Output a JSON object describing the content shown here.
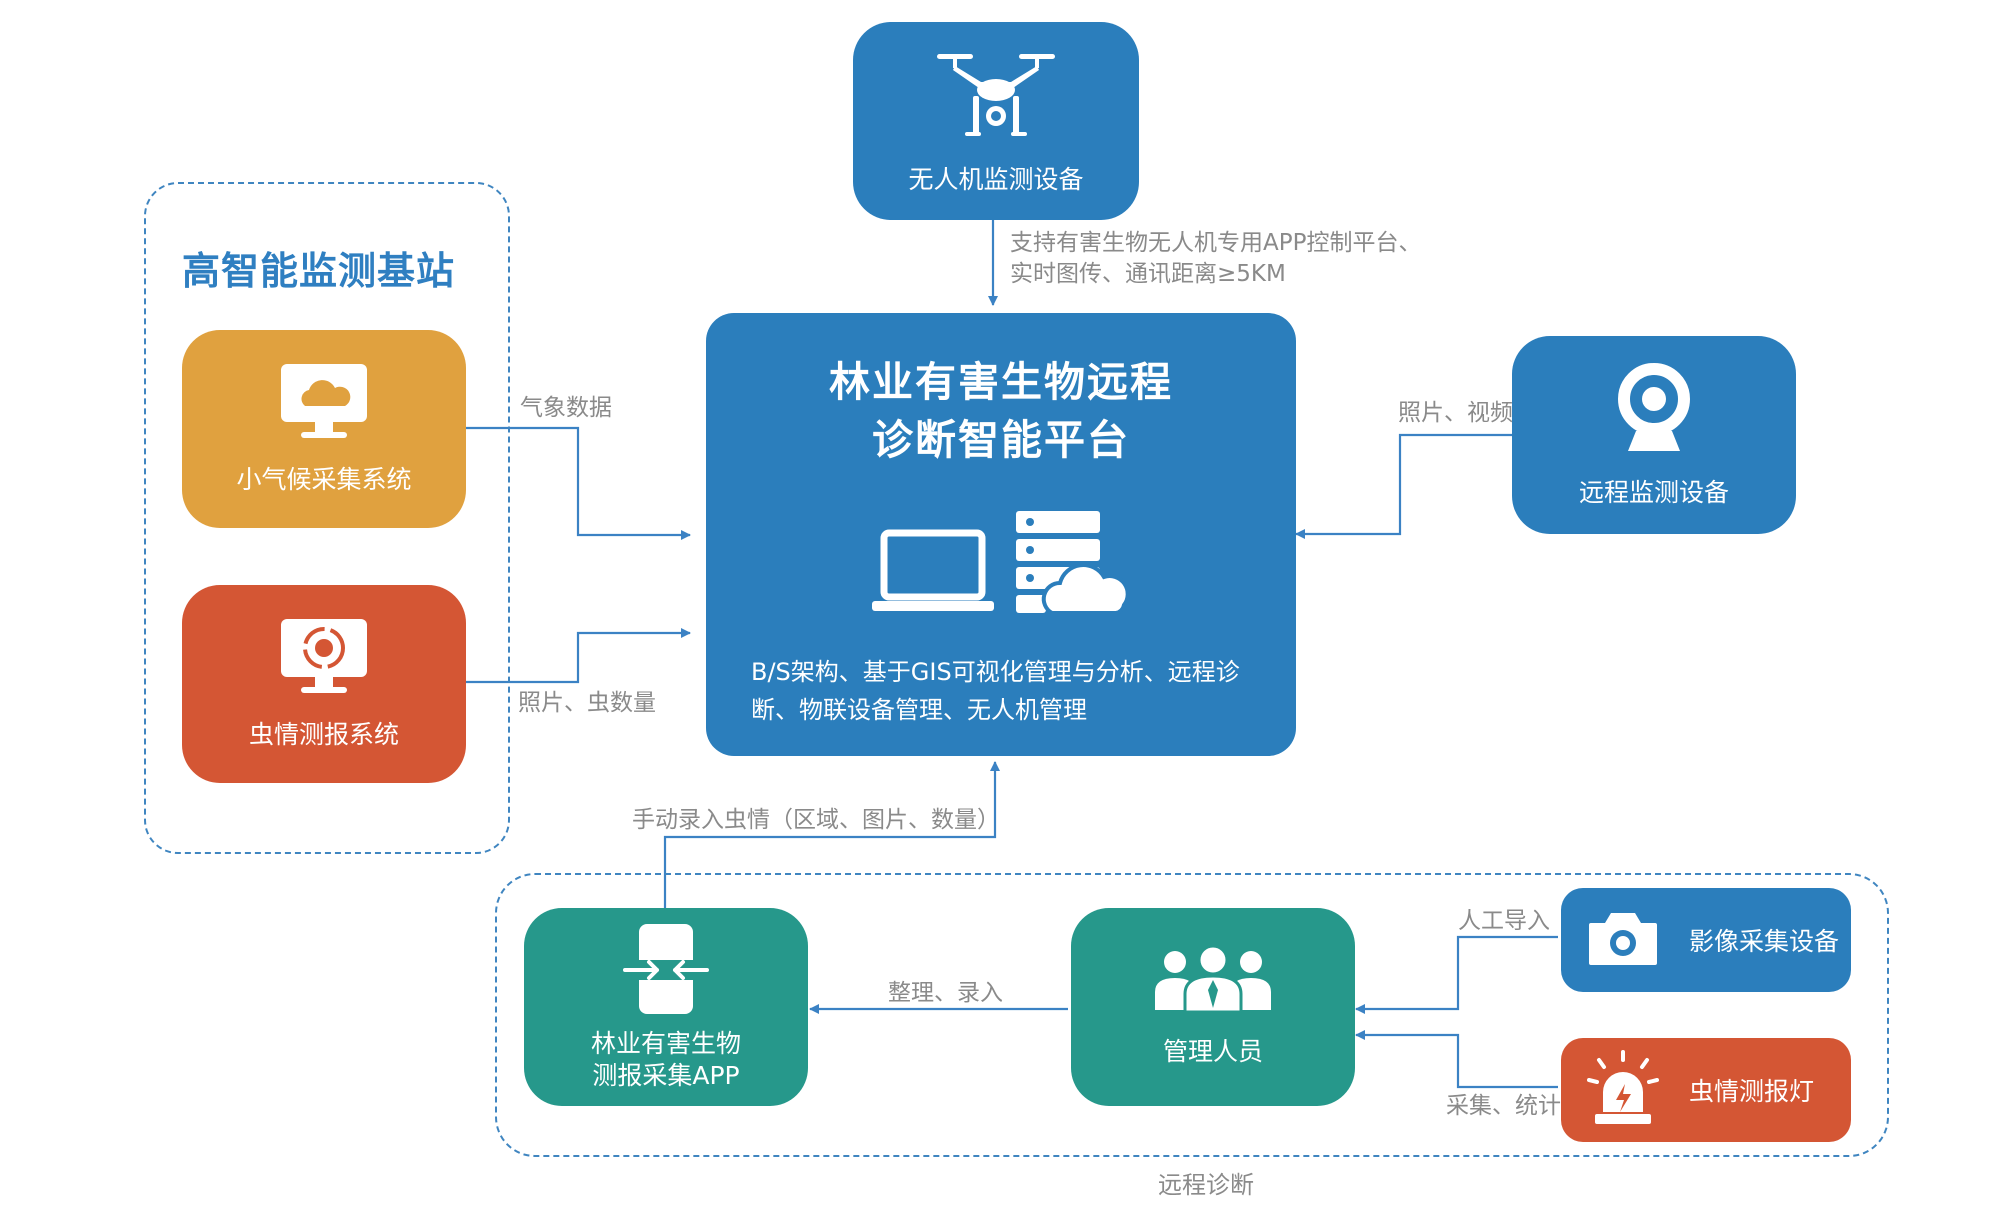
{
  "colors": {
    "blue": "#2b7ebc",
    "orange_gold": "#e0a13f",
    "red_orange": "#d45634",
    "teal": "#26988b",
    "arrow": "#3b82c4",
    "annotation": "#8a8a8a"
  },
  "group_titles": {
    "base_station": "高智能监测基站",
    "remote_diagnosis": "远程诊断"
  },
  "nodes": {
    "drone": {
      "label": "无人机监测设备",
      "icon": "drone-icon"
    },
    "platform": {
      "title_lines": [
        "林业有害生物远程",
        "诊断智能平台"
      ],
      "desc_lines": [
        "B/S架构、基于GIS可视化管理与分析、远程诊",
        "断、物联设备管理、无人机管理"
      ],
      "icons": [
        "laptop-icon",
        "server-cloud-icon"
      ]
    },
    "remote_monitor": {
      "label": "远程监测设备",
      "icon": "webcam-icon"
    },
    "microclimate": {
      "label": "小气候采集系统",
      "icon": "monitor-cloud-icon"
    },
    "pest_forecast": {
      "label": "虫情测报系统",
      "icon": "monitor-target-icon"
    },
    "app": {
      "label_lines": [
        "林业有害生物",
        "测报采集APP"
      ],
      "icon": "phone-sync-icon"
    },
    "manager": {
      "label": "管理人员",
      "icon": "people-group-icon"
    },
    "image_device": {
      "label": "影像采集设备",
      "icon": "camera-icon"
    },
    "pest_lamp": {
      "label": "虫情测报灯",
      "icon": "alarm-lamp-icon"
    }
  },
  "edges": {
    "drone_to_platform": [
      "支持有害生物无人机专用APP控制平台、",
      "实时图传、通讯距离≥5KM"
    ],
    "microclimate_to_platform": "气象数据",
    "pest_to_platform": "照片、虫数量",
    "remote_to_platform": "照片、视频",
    "app_to_platform": "手动录入虫情（区域、图片、数量）",
    "manager_to_app": "整理、录入",
    "image_to_manager": "人工导入",
    "lamp_to_manager": "采集、统计"
  }
}
